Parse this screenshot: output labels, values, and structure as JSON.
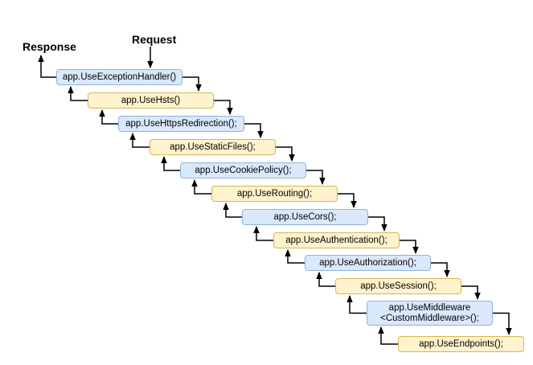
{
  "diagram": {
    "response_label": "Response",
    "request_label": "Request",
    "colors": {
      "blue_fill": "#dae8fc",
      "blue_border": "#94b2d6",
      "yellow_fill": "#fff2cc",
      "yellow_border": "#d6b656",
      "arrow": "#000000",
      "text": "#000000"
    },
    "nodes": [
      {
        "id": "use-exception-handler",
        "label": "app.UseExceptionHandler()",
        "color": "blue"
      },
      {
        "id": "use-hsts",
        "label": "app.UseHsts()",
        "color": "yellow"
      },
      {
        "id": "use-https-redirection",
        "label": "app.UseHttpsRedirection();",
        "color": "blue"
      },
      {
        "id": "use-static-files",
        "label": "app.UseStaticFiles();",
        "color": "yellow"
      },
      {
        "id": "use-cookie-policy",
        "label": "app.UseCookiePolicy();",
        "color": "blue"
      },
      {
        "id": "use-routing",
        "label": "app.UseRouting();",
        "color": "yellow"
      },
      {
        "id": "use-cors",
        "label": "app.UseCors();",
        "color": "blue"
      },
      {
        "id": "use-authentication",
        "label": "app.UseAuthentication();",
        "color": "yellow"
      },
      {
        "id": "use-authorization",
        "label": "app.UseAuthorization();",
        "color": "blue"
      },
      {
        "id": "use-session",
        "label": "app.UseSession();",
        "color": "yellow"
      },
      {
        "id": "use-middleware-custom",
        "label": "app.UseMiddleware\n<CustomMiddleware>();",
        "color": "blue"
      },
      {
        "id": "use-endpoints",
        "label": "app.UseEndpoints();",
        "color": "yellow"
      }
    ]
  }
}
